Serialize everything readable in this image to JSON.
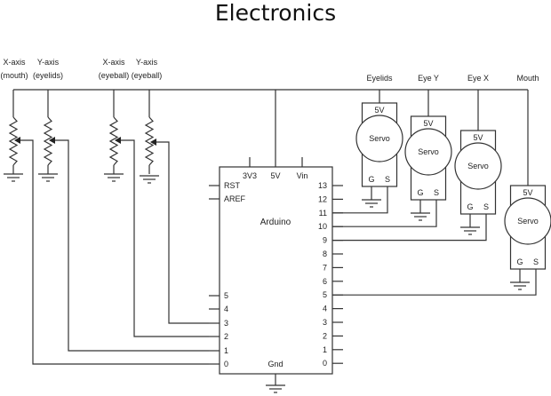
{
  "title": "Electronics",
  "potentiometers": [
    {
      "label_line1": "X-axis",
      "label_line2": "(mouth)",
      "arduino_pin": "0"
    },
    {
      "label_line1": "Y-axis",
      "label_line2": "(eyelids)",
      "arduino_pin": "1"
    },
    {
      "label_line1": "X-axis",
      "label_line2": "(eyeball)",
      "arduino_pin": "2"
    },
    {
      "label_line1": "Y-axis",
      "label_line2": "(eyeball)",
      "arduino_pin": "3"
    }
  ],
  "servos": [
    {
      "label": "Eyelids",
      "body": "Servo",
      "power": "5V",
      "ground": "G",
      "signal": "S",
      "arduino_pin": "11"
    },
    {
      "label": "Eye Y",
      "body": "Servo",
      "power": "5V",
      "ground": "G",
      "signal": "S",
      "arduino_pin": "10"
    },
    {
      "label": "Eye X",
      "body": "Servo",
      "power": "5V",
      "ground": "G",
      "signal": "S",
      "arduino_pin": "9"
    },
    {
      "label": "Mouth",
      "body": "Servo",
      "power": "5V",
      "ground": "G",
      "signal": "S",
      "arduino_pin": "5"
    }
  ],
  "arduino": {
    "name": "Arduino",
    "top_pins": [
      "3V3",
      "5V",
      "Vin"
    ],
    "left_top_pins": [
      "RST",
      "AREF"
    ],
    "left_analog_pins": [
      "5",
      "4",
      "3",
      "2",
      "1",
      "0"
    ],
    "right_digital_pins": [
      "13",
      "12",
      "11",
      "10",
      "9",
      "8",
      "7",
      "6",
      "5",
      "4",
      "3",
      "2",
      "1",
      "0"
    ],
    "ground_label": "Gnd"
  }
}
